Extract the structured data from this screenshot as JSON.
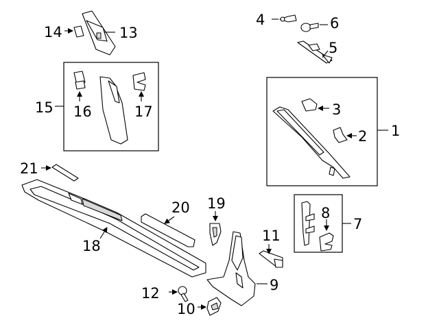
{
  "diagram": {
    "callouts": [
      "1",
      "2",
      "3",
      "4",
      "5",
      "6",
      "7",
      "8",
      "9",
      "10",
      "11",
      "12",
      "13",
      "14",
      "15",
      "16",
      "17",
      "18",
      "19",
      "20",
      "21"
    ]
  },
  "colors": {
    "line": "#000000",
    "background": "#ffffff",
    "shade": "#d9d9d9"
  }
}
